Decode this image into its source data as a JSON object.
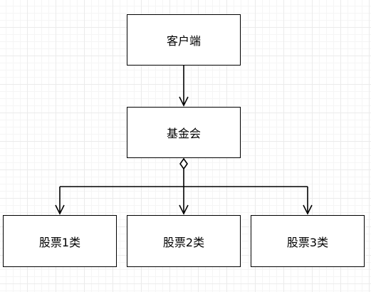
{
  "diagram": {
    "nodes": {
      "client": {
        "label": "客户端"
      },
      "fund": {
        "label": "基金会"
      },
      "stock1": {
        "label": "股票1类"
      },
      "stock2": {
        "label": "股票2类"
      },
      "stock3": {
        "label": "股票3类"
      }
    },
    "edges": [
      {
        "from": "client",
        "to": "fund",
        "type": "arrow"
      },
      {
        "from": "fund",
        "to": "stock1",
        "type": "aggregation"
      },
      {
        "from": "fund",
        "to": "stock2",
        "type": "aggregation"
      },
      {
        "from": "fund",
        "to": "stock3",
        "type": "aggregation"
      }
    ],
    "colors": {
      "line": "#000000",
      "box_border": "#000000",
      "box_fill": "#ffffff",
      "grid": "#ebebeb"
    }
  }
}
